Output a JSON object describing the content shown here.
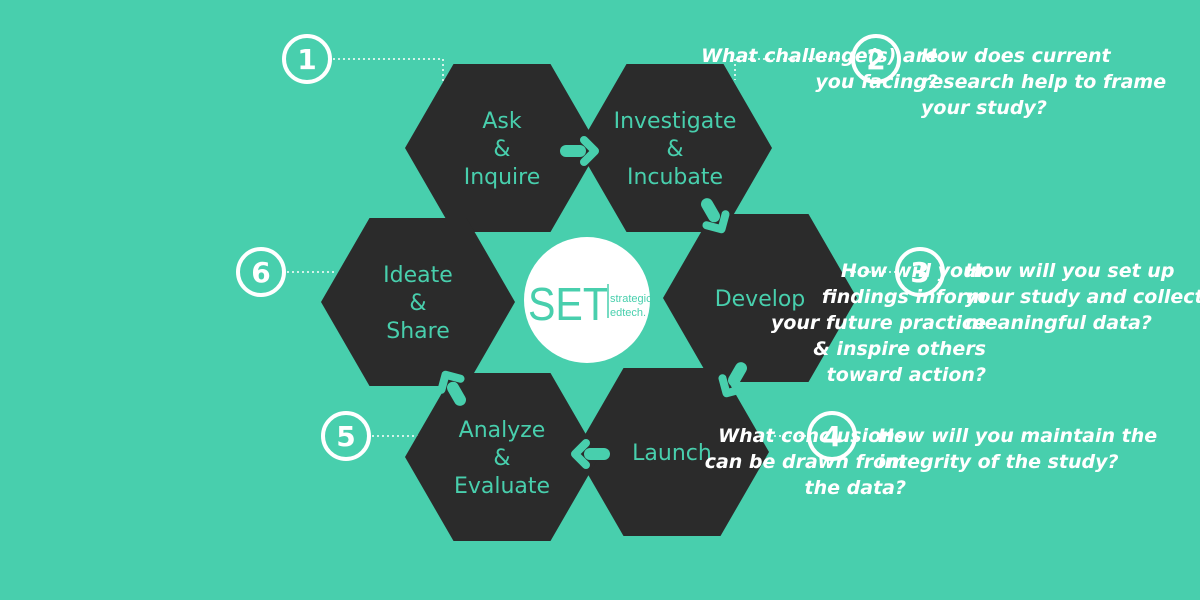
{
  "logo": {
    "mark": "SET",
    "line1": "strategic",
    "line2": "edtech."
  },
  "colors": {
    "background": "#48cfad",
    "hexagon": "#2b2b2b",
    "hexagon_text": "#48cfad",
    "arrow": "#48cfad",
    "circle": "#ffffff"
  },
  "steps": [
    {
      "number": "1",
      "hex_lines": [
        "Ask",
        "&",
        "Inquire"
      ],
      "question_lines": [
        "What challenge(s) are",
        "you facing?"
      ]
    },
    {
      "number": "2",
      "hex_lines": [
        "Investigate",
        "&",
        "Incubate"
      ],
      "question_lines": [
        "How does current",
        "research help to frame",
        "your study?"
      ]
    },
    {
      "number": "3",
      "hex_lines": [
        "Develop"
      ],
      "question_lines": [
        "How will you set up",
        "your study and collect",
        "meaningful data?"
      ]
    },
    {
      "number": "4",
      "hex_lines": [
        "Launch"
      ],
      "question_lines": [
        "How will you maintain the",
        "integrity of the study?"
      ]
    },
    {
      "number": "5",
      "hex_lines": [
        "Analyze",
        "&",
        "Evaluate"
      ],
      "question_lines": [
        "What conclusions",
        "can be drawn from",
        "the data?"
      ]
    },
    {
      "number": "6",
      "hex_lines": [
        "Ideate",
        "&",
        "Share"
      ],
      "question_lines": [
        "How will your",
        "findings inform",
        "your future practice",
        "& inspire others",
        "toward action?"
      ]
    }
  ]
}
